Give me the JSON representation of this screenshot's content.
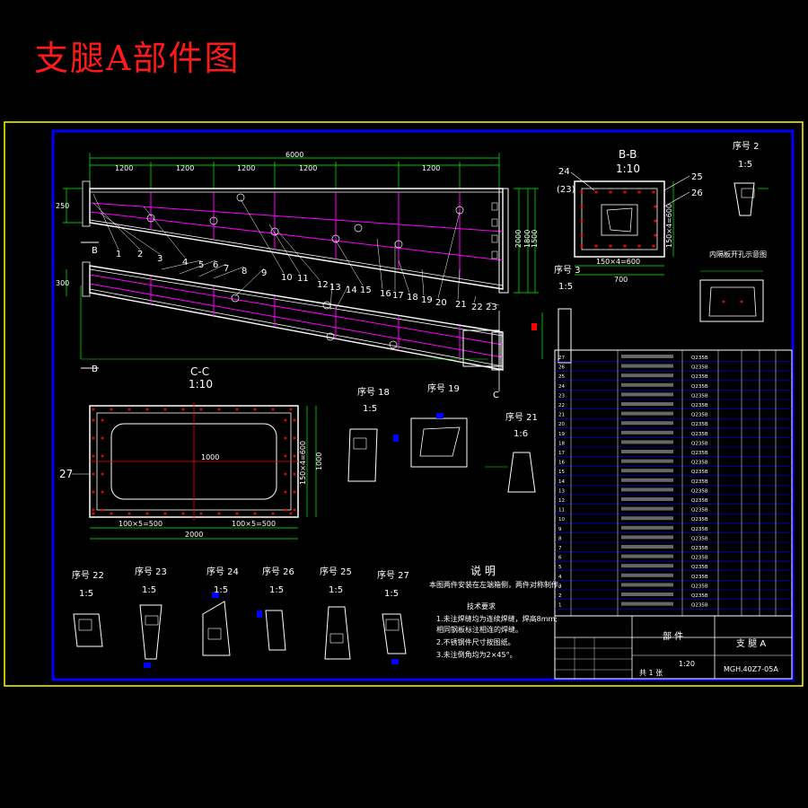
{
  "page_title": "支腿A部件图",
  "main_view": {
    "top_dims": [
      "1200",
      "1200",
      "1200",
      "1200",
      "1200"
    ],
    "overall_dim": "6000",
    "left_dims": [
      "250",
      "300"
    ],
    "right_dims": [
      "2000",
      "1800",
      "1500"
    ],
    "part_numbers": [
      "1",
      "2",
      "3",
      "4",
      "5",
      "6",
      "7",
      "8",
      "9",
      "10",
      "11",
      "12",
      "13",
      "14",
      "15",
      "16",
      "17",
      "18",
      "19",
      "20",
      "21",
      "22",
      "23"
    ],
    "section_marks": {
      "b": "B",
      "c": "C"
    }
  },
  "view_bb": {
    "title": "B-B",
    "scale": "1:10",
    "labels": [
      "24",
      "(23)",
      "25",
      "26"
    ],
    "dim_inner": "150×4=600",
    "dim_outer": "700",
    "dim_side": "150×4=600"
  },
  "view_cc": {
    "title": "C-C",
    "scale": "1:10",
    "label": "27",
    "dim_bottom_left": "100×5=500",
    "dim_bottom_right": "100×5=500",
    "dim_total": "2000",
    "dim_right_1": "150×4=600",
    "dim_right_2": "1000",
    "dim_center": "1000"
  },
  "detail_views": [
    {
      "title": "序号 2",
      "scale": "1:5"
    },
    {
      "title": "序号 3",
      "scale": "1:5"
    },
    {
      "title": "序号 18",
      "scale": "1:5"
    },
    {
      "title": "序号 19",
      "scale": ""
    },
    {
      "title": "序号 21",
      "scale": "1:6"
    },
    {
      "title": "序号 22",
      "scale": "1:5"
    },
    {
      "title": "序号 23",
      "scale": "1:5"
    },
    {
      "title": "序号 24",
      "scale": "1:5"
    },
    {
      "title": "序号 26",
      "scale": "1:5"
    },
    {
      "title": "序号 25",
      "scale": "1:5"
    },
    {
      "title": "序号 27",
      "scale": "1:5"
    }
  ],
  "inner_plate_label": "内隔板开孔示意图",
  "notes": {
    "title": "说 明",
    "line1": "本图两件安装在左端箱侧，两件对称制作。",
    "tech_title": "技术要求",
    "items": [
      "1.未注焊缝均为连续焊缝，焊高8mm;",
      "  相同钢板标注相连的焊缝。",
      "2.不锈钢件尺寸按图纸。",
      "3.未注倒角均为2×45°。"
    ]
  },
  "bom": {
    "rows": [
      "27",
      "26",
      "25",
      "24",
      "23",
      "22",
      "21",
      "20",
      "19",
      "18",
      "17",
      "16",
      "15",
      "14",
      "13",
      "12",
      "11",
      "10",
      "9",
      "8",
      "7",
      "6",
      "5",
      "4",
      "3",
      "2",
      "1"
    ],
    "material": "Q235B"
  },
  "title_block": {
    "part_label": "部 件",
    "name": "支 腿 A",
    "scale": "1:20",
    "drawing_no": "MGH.40Z7-05A",
    "sheet": "共 1 张"
  },
  "colors": {
    "frame": "#ffff00",
    "border": "#0000ff",
    "outline": "#ffffff",
    "rib": "#ff00ff",
    "dim": "#00ff00",
    "title": "#ff1a1a"
  }
}
